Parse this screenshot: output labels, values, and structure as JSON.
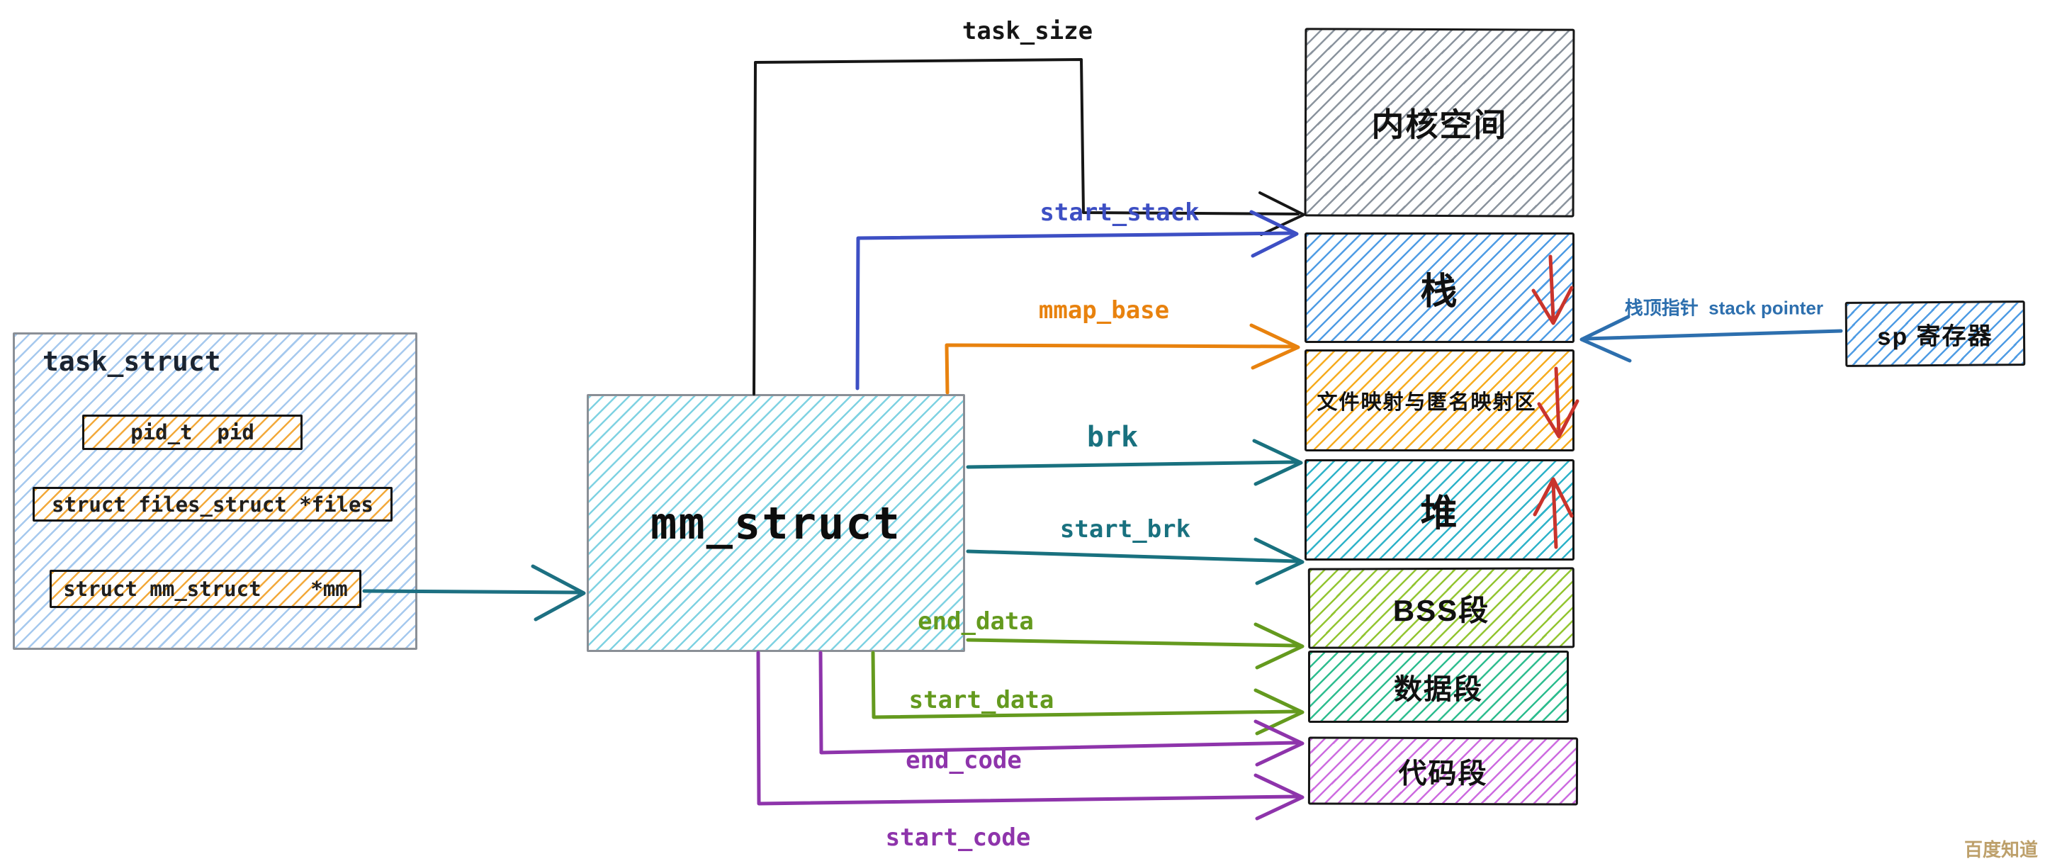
{
  "task_struct": {
    "title": "task_struct",
    "fields": [
      {
        "text": "pid_t  pid"
      },
      {
        "text": "struct files_struct *files"
      },
      {
        "text": "struct mm_struct    *mm"
      }
    ],
    "hatch": "#a6c9ee"
  },
  "mm_struct": {
    "title": "mm_struct",
    "hatch": "#7fd2e2"
  },
  "segments": [
    {
      "label": "内核空间",
      "hatch": "#8b949e"
    },
    {
      "label": "栈",
      "hatch": "#4f9ce4",
      "growth": "down"
    },
    {
      "label": "文件映射与匿名映射区",
      "hatch": "#f6ac20",
      "growth": "down"
    },
    {
      "label": "堆",
      "hatch": "#2fb3c9",
      "growth": "up"
    },
    {
      "label": "BSS段",
      "hatch": "#93c532"
    },
    {
      "label": "数据段",
      "hatch": "#2ebd8f"
    },
    {
      "label": "代码段",
      "hatch": "#cd6ce0"
    }
  ],
  "fields_hatch": "#f2a93b",
  "pointers": {
    "task_size": {
      "label": "task_size",
      "color": "#161616"
    },
    "start_stack": {
      "label": "start_stack",
      "color": "#3d4fc4"
    },
    "mmap_base": {
      "label": "mmap_base",
      "color": "#e8820e"
    },
    "brk": {
      "label": "brk",
      "color": "#19717f"
    },
    "start_brk": {
      "label": "start_brk",
      "color": "#19717f"
    },
    "end_data": {
      "label": "end_data",
      "color": "#649a1e"
    },
    "start_data": {
      "label": "start_data",
      "color": "#649a1e"
    },
    "end_code": {
      "label": "end_code",
      "color": "#8e34ab"
    },
    "start_code": {
      "label": "start_code",
      "color": "#8e34ab"
    }
  },
  "mm_link_color": "#1d7082",
  "sp_register": {
    "label": "sp 寄存器",
    "hatch": "#4f9ce4"
  },
  "annotations": {
    "stack_pointer": {
      "label": "栈顶指针  stack pointer",
      "color": "#2d6fae"
    }
  },
  "growth_arrow_color": "#c9342c",
  "watermark": {
    "label": "百度知道",
    "color": "#bda06b"
  }
}
